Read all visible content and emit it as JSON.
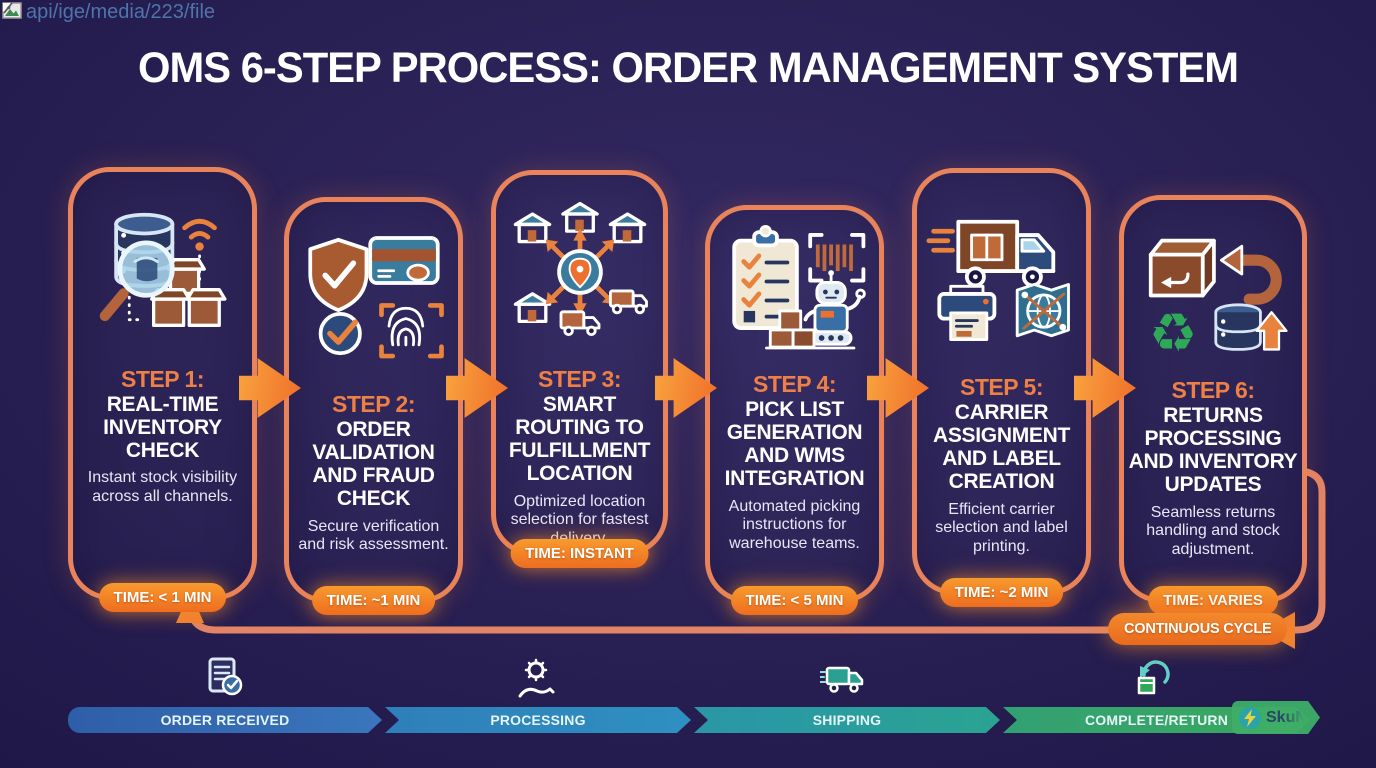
{
  "page": {
    "broken_image_alt": "api/ige/media/223/file",
    "title": "OMS 6-STEP PROCESS: ORDER MANAGEMENT SYSTEM"
  },
  "steps": [
    {
      "label": "STEP 1:",
      "title": "REAL-TIME INVENTORY CHECK",
      "description": "Instant stock visibility across all channels.",
      "time": "TIME: < 1 MIN",
      "icon": "database-magnifier-wifi-boxes-icon"
    },
    {
      "label": "STEP 2:",
      "title": "ORDER VALIDATION AND FRAUD CHECK",
      "description": "Secure verification and risk assessment.",
      "time": "TIME: ~1 MIN",
      "icon": "shield-card-fingerprint-check-icon"
    },
    {
      "label": "STEP 3:",
      "title": "SMART ROUTING TO FULFILLMENT LOCATION",
      "description": "Optimized location selection for fastest delivery.",
      "time": "TIME: INSTANT",
      "icon": "routing-hub-warehouses-trucks-icon"
    },
    {
      "label": "STEP 4:",
      "title": "PICK LIST GENERATION AND WMS INTEGRATION",
      "description": "Automated picking instructions for warehouse teams.",
      "time": "TIME: < 5 MIN",
      "icon": "clipboard-barcode-robot-icon"
    },
    {
      "label": "STEP 5:",
      "title": "CARRIER ASSIGNMENT AND LABEL CREATION",
      "description": "Efficient carrier selection and label printing.",
      "time": "TIME: ~2 MIN",
      "icon": "truck-printer-map-icon"
    },
    {
      "label": "STEP 6:",
      "title": "RETURNS PROCESSING AND INVENTORY UPDATES",
      "description": "Seamless returns handling and stock adjustment.",
      "time": "TIME: VARIES",
      "icon": "return-box-recycle-database-icon"
    }
  ],
  "cycle": {
    "label": "CONTINUOUS CYCLE",
    "line_color": "#e28566"
  },
  "timeline": {
    "stages": [
      {
        "label": "ORDER RECEIVED",
        "icon": "document-check-icon",
        "color": "#3568b3"
      },
      {
        "label": "PROCESSING",
        "icon": "gear-hand-icon",
        "color": "#2e88bd"
      },
      {
        "label": "SHIPPING",
        "icon": "delivery-truck-icon",
        "color": "#2a9d9d"
      },
      {
        "label": "COMPLETE/RETURN",
        "icon": "return-arrow-box-icon",
        "color": "#36a463"
      }
    ]
  },
  "watermark": {
    "text": "SkuN"
  },
  "colors": {
    "background": "#271f52",
    "card_border": "#e8835c",
    "flow_arrow": "#f2811c",
    "time_badge": "#ee7d20",
    "step_label": "#ee7f45",
    "title_text": "#ffffff"
  }
}
